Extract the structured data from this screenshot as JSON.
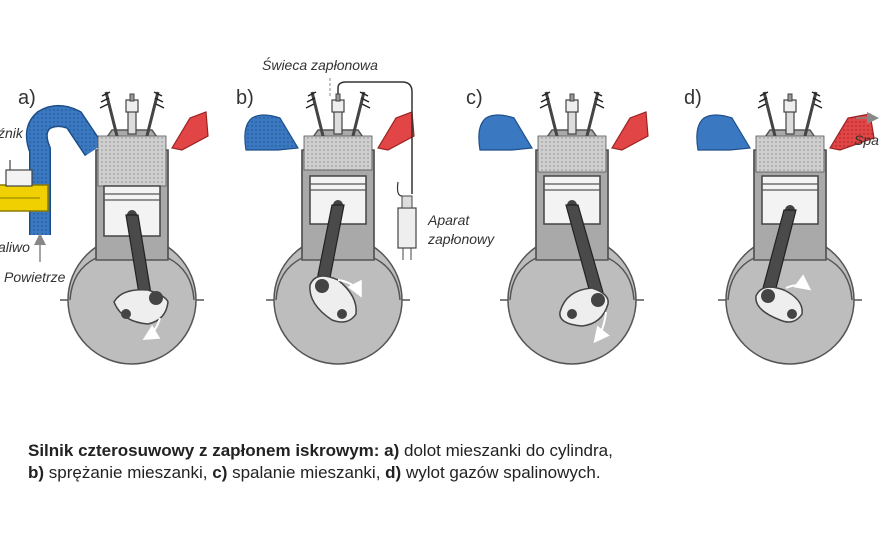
{
  "labels": {
    "partial_left": "źnik",
    "fuel": "aliwo",
    "air": "Powietrze",
    "spark_plug": "Świeca zapłonowa",
    "ignition_device_line1": "Aparat",
    "ignition_device_line2": "zapłonowy",
    "exhaust": "Spa"
  },
  "strokes": [
    {
      "letter": "a)"
    },
    {
      "letter": "b)"
    },
    {
      "letter": "c)"
    },
    {
      "letter": "d)"
    }
  ],
  "caption": {
    "title": "Silnik czterosuwowy z zapłonem iskrowym:",
    "a_key": "a)",
    "a_text": " dolot mieszanki do cylindra,",
    "b_key": "b)",
    "b_text": " sprężanie mieszanki, ",
    "c_key": "c)",
    "c_text": " spalanie mieszanki, ",
    "d_key": "d)",
    "d_text": " wylot gazów spalinowych."
  },
  "colors": {
    "intake": "#3a78c2",
    "exhaust": "#e14545",
    "block": "#a9a9a9",
    "crankcase": "#bdbdbd",
    "chamber": "#cfcfcf",
    "carburetor": "#f0d000",
    "rod": "#4a4a4a"
  }
}
